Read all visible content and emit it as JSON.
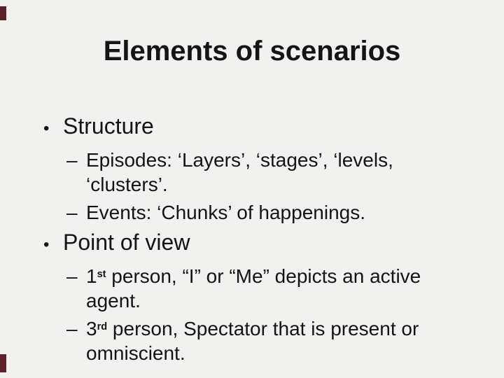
{
  "slide": {
    "title": "Elements of scenarios",
    "background": "#f1f1f0",
    "accent_color": "#5d2127",
    "text_color": "#141414",
    "bullet_char": "•",
    "dash_char": "–",
    "bullets": [
      {
        "label": "Structure",
        "sub": [
          {
            "text": "Episodes: ‘Layers’, ‘stages’, ‘levels, ‘clusters’."
          },
          {
            "text": "Events: ‘Chunks’ of happenings."
          }
        ]
      },
      {
        "label": "Point of view",
        "sub": [
          {
            "pre": "1",
            "sup": "st",
            "post": " person, “I” or “Me” depicts an active agent."
          },
          {
            "pre": "3",
            "sup": "rd",
            "post": " person, Spectator that is present or omniscient."
          }
        ]
      }
    ]
  }
}
